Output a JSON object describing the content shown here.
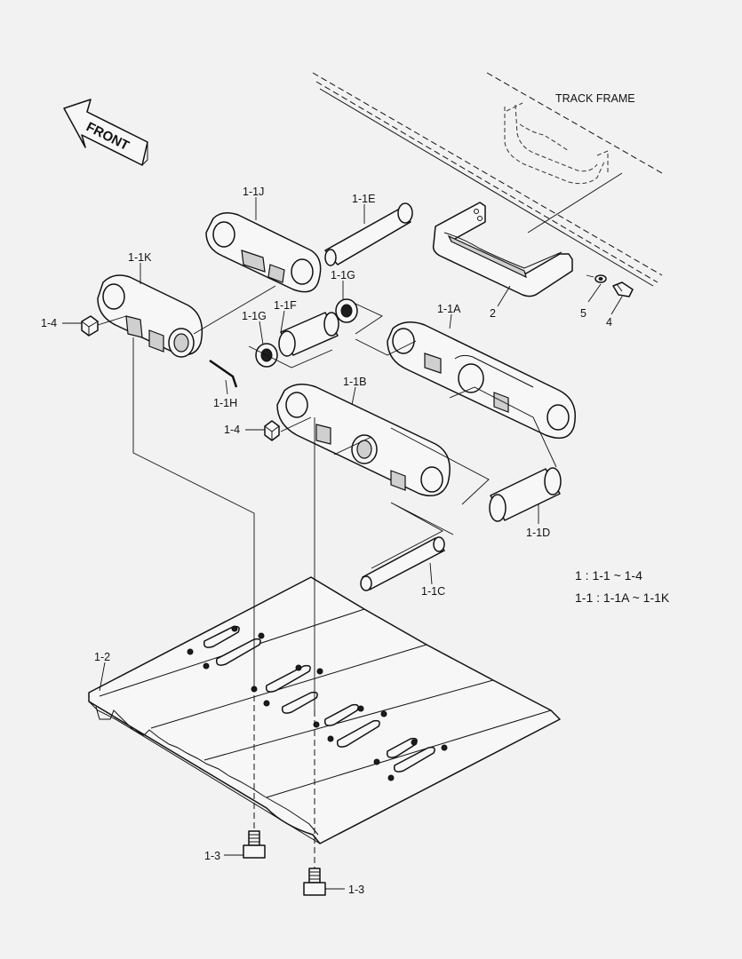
{
  "diagram": {
    "orientation_label": "FRONT",
    "frame_label": "TRACK FRAME",
    "legend": [
      "1 : 1-1 ~ 1-4",
      "1-1 : 1-1A ~ 1-1K"
    ],
    "callouts": {
      "c_1_1J": "1-1J",
      "c_1_1E": "1-1E",
      "c_1_1K": "1-1K",
      "c_1_1G_top": "1-1G",
      "c_1_4_top": "1-4",
      "c_1_1F": "1-1F",
      "c_1_1G_mid": "1-1G",
      "c_1_1A": "1-1A",
      "c_1_1H": "1-1H",
      "c_1_1B": "1-1B",
      "c_1_4_mid": "1-4",
      "c_1_1D": "1-1D",
      "c_1_1C": "1-1C",
      "c_1_2": "1-2",
      "c_1_3_left": "1-3",
      "c_1_3_right": "1-3",
      "c_2": "2",
      "c_4": "4",
      "c_5": "5"
    }
  }
}
